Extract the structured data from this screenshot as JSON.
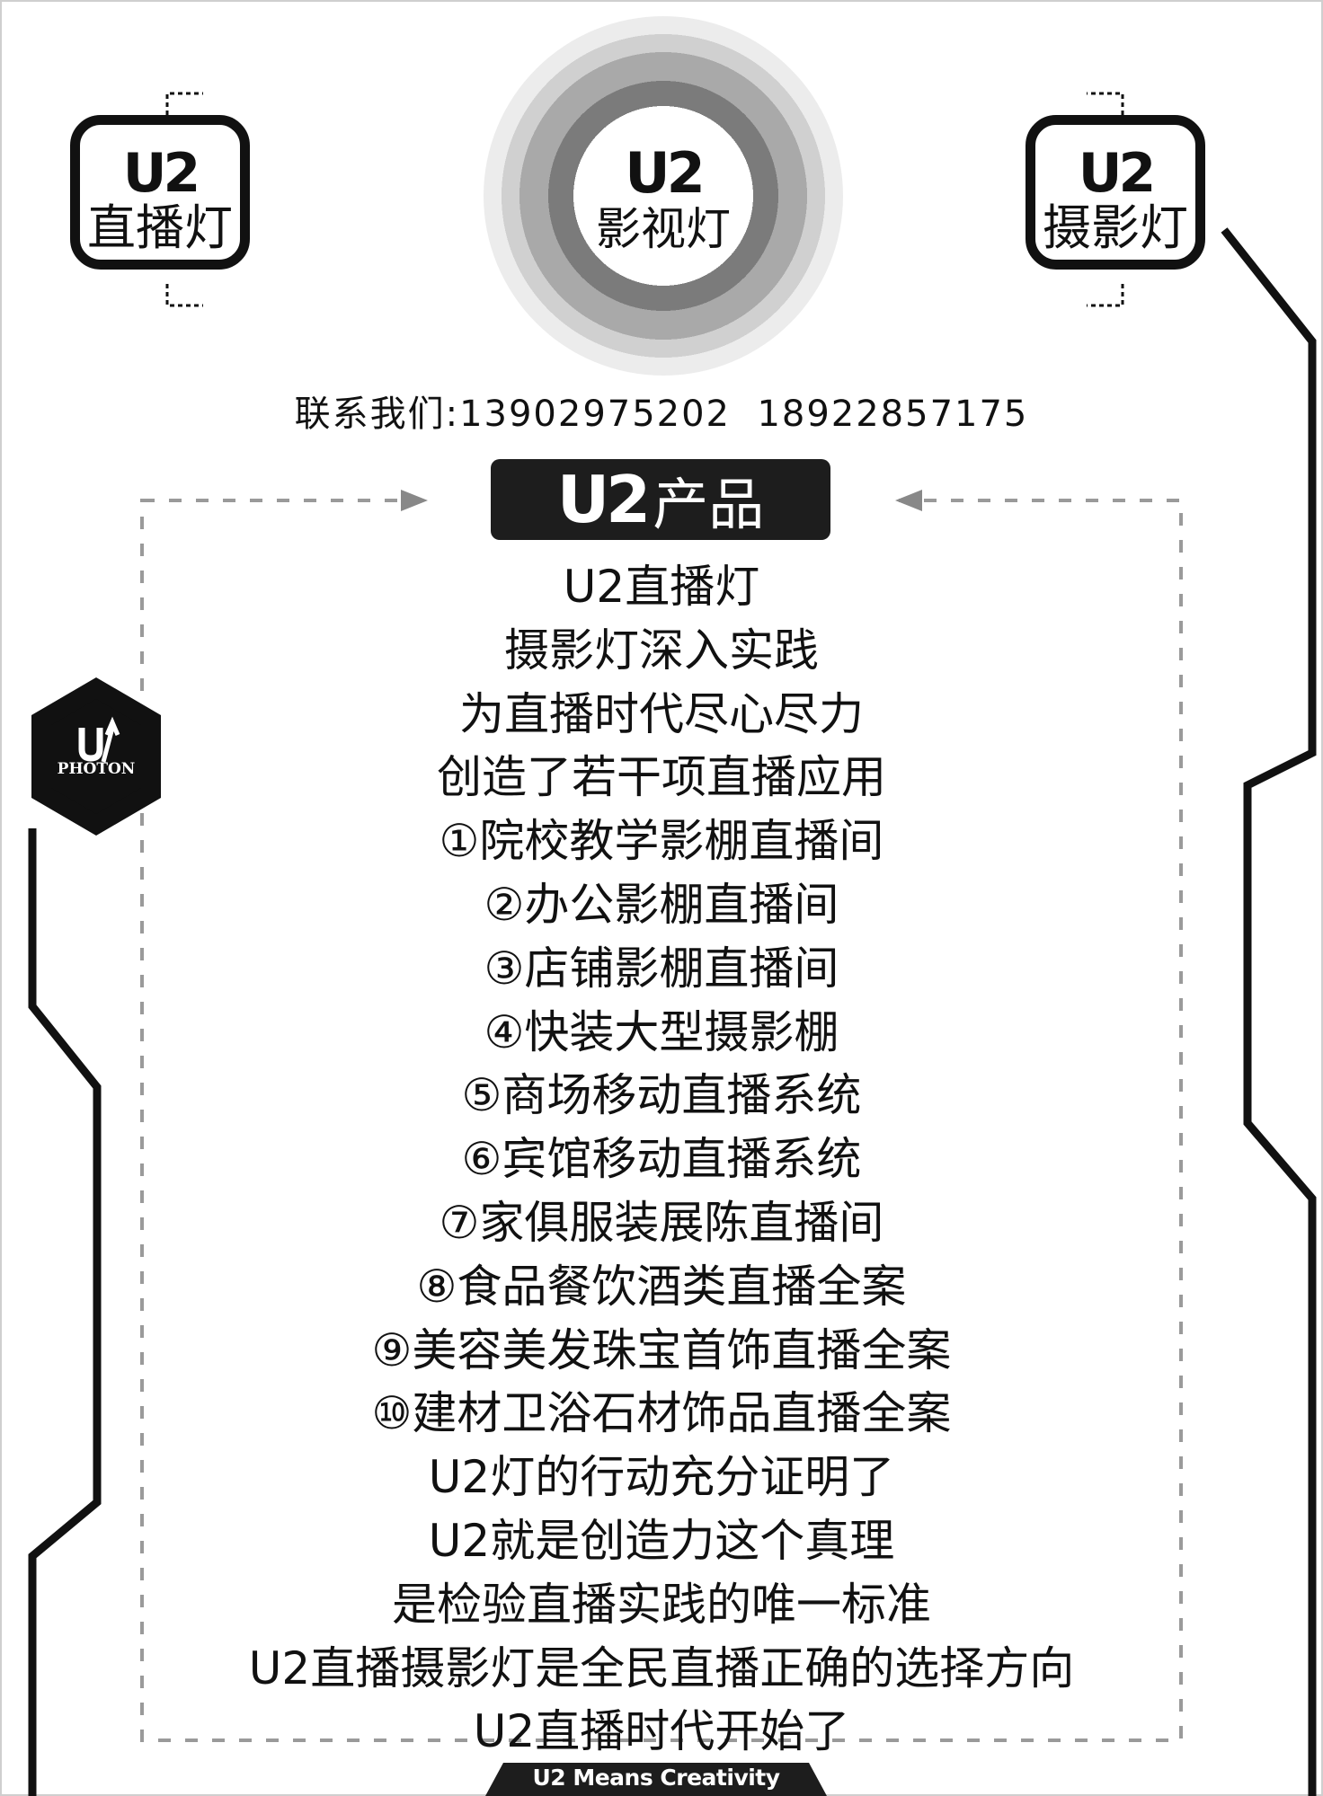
{
  "top_badges": {
    "live": {
      "brand": "U2",
      "label": "直播灯"
    },
    "film": {
      "brand": "U2",
      "label": "影视灯"
    },
    "photo": {
      "brand": "U2",
      "label": "摄影灯"
    }
  },
  "contact": "联系我们:13902975202  18922857175",
  "product_banner": {
    "brand": "U2",
    "label": "产品"
  },
  "lines": [
    "U2直播灯",
    "摄影灯深入实践",
    "为直播时代尽心尽力",
    "创造了若干项直播应用",
    "①院校教学影棚直播间",
    "②办公影棚直播间",
    "③店铺影棚直播间",
    "④快装大型摄影棚",
    "⑤商场移动直播系统",
    "⑥宾馆移动直播系统",
    "⑦家俱服装展陈直播间",
    "⑧食品餐饮酒类直播全案",
    "⑨美容美发珠宝首饰直播全案",
    "⑩建材卫浴石材饰品直播全案",
    "U2灯的行动充分证明了",
    "U2就是创造力这个真理",
    "是检验直播实践的唯一标准",
    "U2直播摄影灯是全民直播正确的选择方向",
    "U2直播时代开始了"
  ],
  "logo": {
    "brand": "U2",
    "label": "PHOTON"
  },
  "footer": "U2 Means Creativity",
  "colors": {
    "ink": "#111111",
    "banner_bg": "#1d1d1d",
    "dashed": "#9a9a9a"
  }
}
